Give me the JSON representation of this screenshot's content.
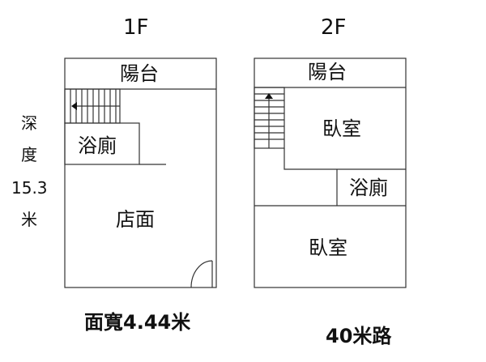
{
  "floors": {
    "first": {
      "label": "1F",
      "rooms": {
        "balcony": "陽台",
        "bathroom": "浴廁",
        "shop": "店面"
      }
    },
    "second": {
      "label": "2F",
      "rooms": {
        "balcony": "陽台",
        "bedroom_top": "臥室",
        "bathroom": "浴廁",
        "bedroom_bottom": "臥室"
      }
    }
  },
  "depth": {
    "char1": "深",
    "char2": "度",
    "value": "15.3",
    "unit": "米"
  },
  "frontage": "面寬4.44米",
  "road": "40米路"
}
